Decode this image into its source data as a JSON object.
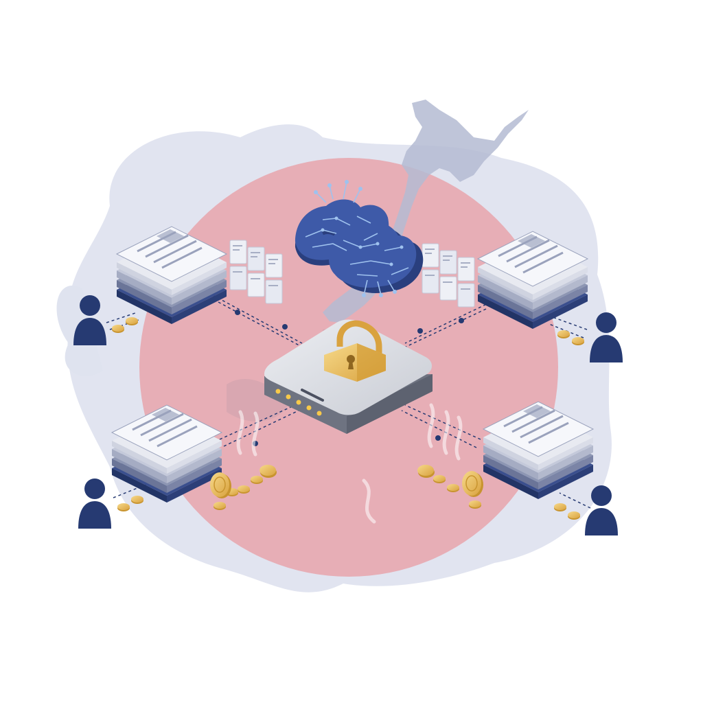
{
  "colors": {
    "background": "#ffffff",
    "map_blob": "#dfe3ef",
    "japan_map": "#b4bbd2",
    "red_disc": "#e7a4ac",
    "navy": "#263a72",
    "brain_blue": "#3e5aa8",
    "circuit": "#9fc2ee",
    "gold": "#e9bd59",
    "gold_dark": "#c8942f",
    "device_top": "#dcdde2",
    "device_side": "#7a7f8c",
    "paper": "#f4f5f9",
    "led": "#f7c94a"
  },
  "icons": {
    "center": "padlock-icon",
    "top": "brain-circuit-icon",
    "people": "person-icon",
    "docs": "document-stack-icon",
    "money": "coin-icon"
  },
  "people": [
    {
      "name": "person-top-left"
    },
    {
      "name": "person-top-right"
    },
    {
      "name": "person-bottom-left"
    },
    {
      "name": "person-bottom-right"
    }
  ]
}
